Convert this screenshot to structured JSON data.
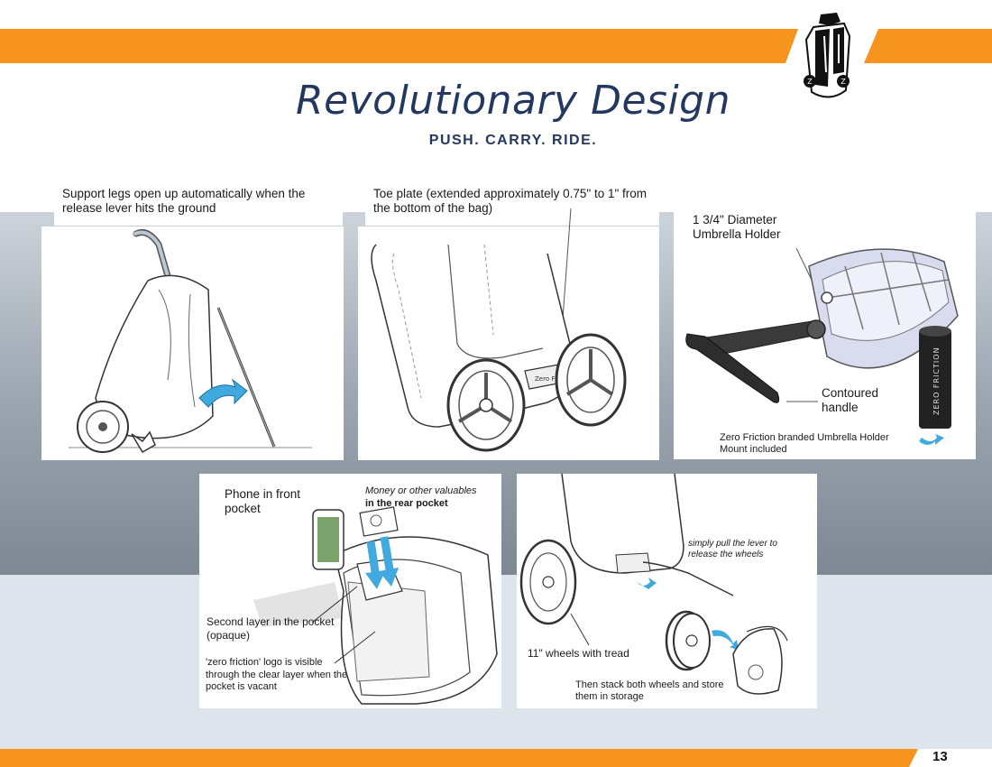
{
  "page": {
    "title": "Revolutionary Design",
    "subtitle": "PUSH. CARRY. RIDE.",
    "page_number": "13"
  },
  "brand": {
    "accent_color": "#f7941d",
    "title_color": "#24385f",
    "logo_icon": "golf-bag-logo-icon"
  },
  "panels": {
    "legs": {
      "caption": "Support legs open up automatically when the release lever hits the ground"
    },
    "toe_plate": {
      "caption": "Toe plate (extended approximately 0.75\" to 1\" from the bottom of the bag)",
      "plate_label": "Zero Friction"
    },
    "umbrella": {
      "caption_top": "1 3/4\" Diameter Umbrella Holder",
      "caption_handle": "Contoured handle",
      "caption_mount": "Zero Friction branded Umbrella Holder Mount included",
      "holder_label": "ZERO FRICTION"
    },
    "pockets": {
      "phone": "Phone in front pocket",
      "money": "Money or other valuables",
      "money_bold": "in the rear pocket",
      "second_layer": "Second layer in the pocket (opaque)",
      "logo_note": "'zero friction' logo is visible through the clear layer when the pocket is vacant"
    },
    "wheels": {
      "lever": "simply pull the lever to release the wheels",
      "wheels": "11\" wheels with tread",
      "stack": "Then stack both wheels and store them in storage"
    }
  }
}
